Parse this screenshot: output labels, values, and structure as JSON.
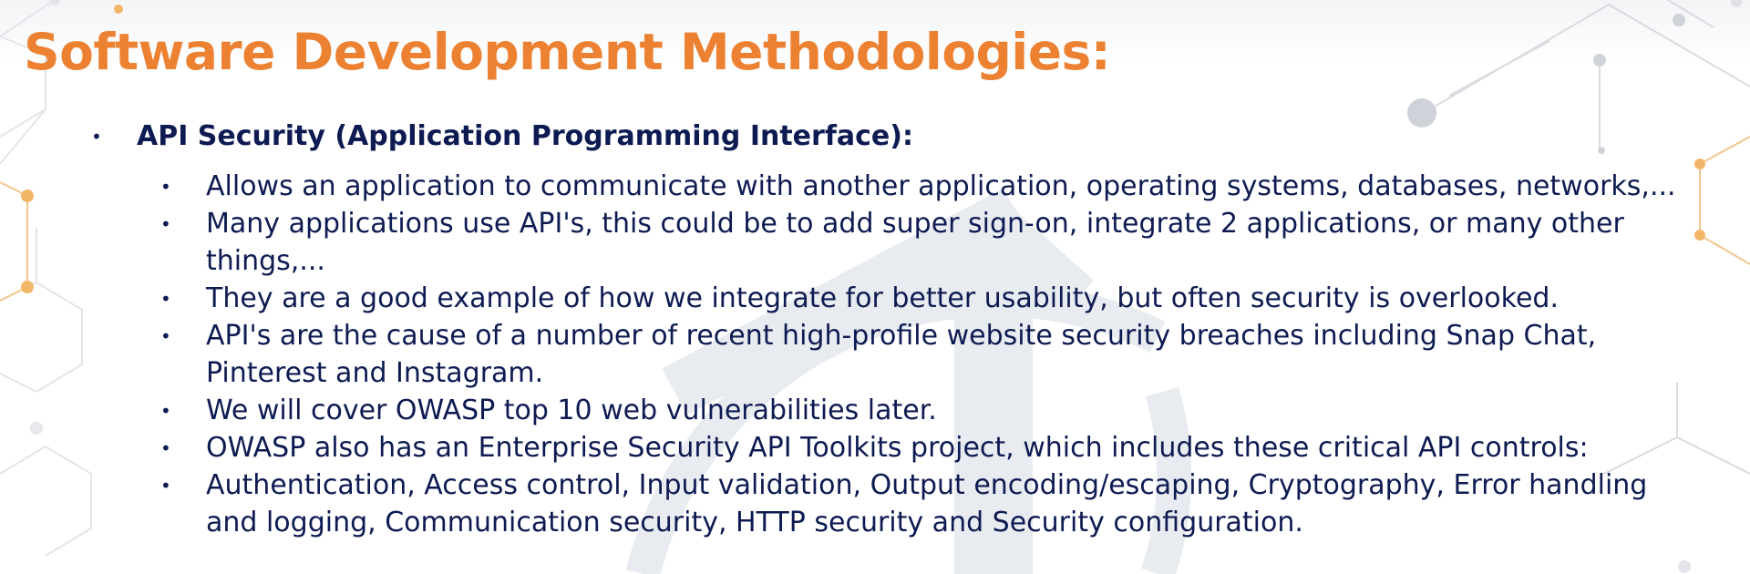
{
  "slide": {
    "title": "Software Development Methodologies:",
    "bullet_char": "•",
    "colors": {
      "title": "#ec8132",
      "body_text": "#0e1b52",
      "watermark": "#e6e9ee",
      "network_gray": "#cfd2d8",
      "network_orange": "#f0a84a"
    },
    "main_bullet": "API Security (Application Programming Interface):",
    "sub_bullets": [
      {
        "lines": [
          "Allows an application to communicate with another application, operating systems, databases, networks,..."
        ]
      },
      {
        "lines": [
          "Many applications use API's, this could be to add super sign-on, integrate 2 applications, or many other",
          "things,..."
        ]
      },
      {
        "lines": [
          "They are a good example of how we integrate for better usability, but often security is overlooked."
        ]
      },
      {
        "lines": [
          "API's are the cause of a number of recent high-profile website security breaches including Snap Chat,",
          "Pinterest and Instagram."
        ]
      },
      {
        "lines": [
          "We will cover OWASP top 10 web vulnerabilities later."
        ]
      },
      {
        "lines": [
          "OWASP also has an Enterprise Security API Toolkits project, which includes these critical API controls:"
        ]
      },
      {
        "lines": [
          "Authentication, Access control, Input validation, Output encoding/escaping, Cryptography, Error handling",
          "and logging, Communication security, HTTP security and Security configuration."
        ]
      }
    ]
  }
}
